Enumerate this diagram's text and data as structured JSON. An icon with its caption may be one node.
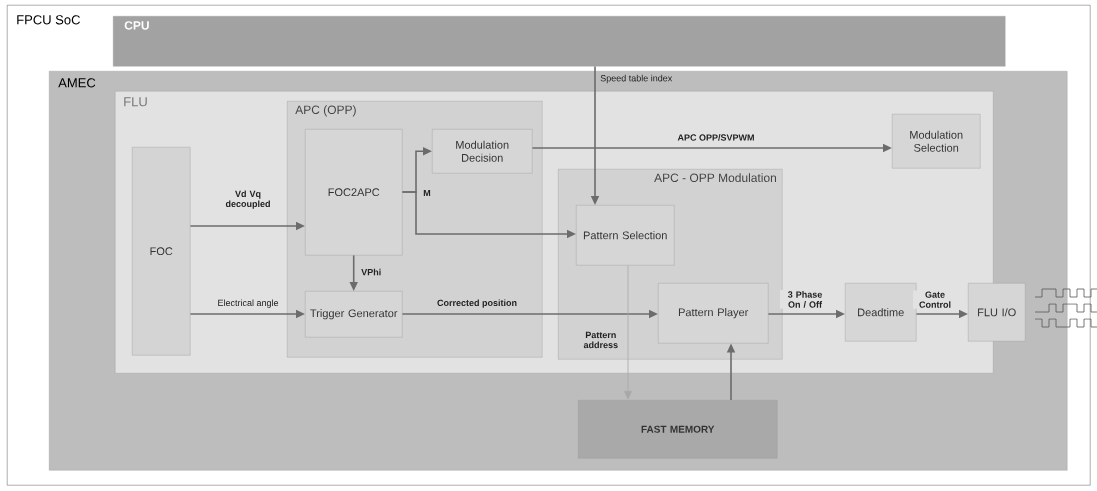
{
  "diagram": {
    "nodes": [
      {
        "text": [
          "FPCU SoC"
        ]
      },
      {
        "text": [
          "CPU"
        ],
        "in": 0
      },
      {
        "text": [
          "AMEC"
        ],
        "in": 0
      },
      {
        "text": [
          "FLU"
        ],
        "in": 2
      },
      {
        "text": [
          "FOC"
        ],
        "in": 3
      },
      {
        "text": [
          "APC (OPP)"
        ],
        "in": 3
      },
      {
        "text": [
          "FOC2APC"
        ],
        "in": 5
      },
      {
        "text": [
          "Modulation Decision"
        ],
        "in": 5
      },
      {
        "text": [
          "Trigger Generator"
        ],
        "in": 5
      },
      {
        "text": [
          "APC - OPP Modulation"
        ],
        "in": 3
      },
      {
        "text": [
          "Pattern Selection"
        ],
        "in": 9
      },
      {
        "text": [
          "Pattern Player"
        ],
        "in": 9
      },
      {
        "text": [
          "Modulation Selection"
        ],
        "in": 3
      },
      {
        "text": [
          "Deadtime"
        ],
        "in": 3
      },
      {
        "text": [
          "FLU I/O"
        ],
        "in": 2
      },
      {
        "text": [
          "FAST MEMORY"
        ],
        "in": 2
      }
    ],
    "edges": [
      {
        "from": 1,
        "to": 10,
        "arrow": "to",
        "label": "Speed table index"
      },
      {
        "from": 4,
        "to": 6,
        "arrow": "to",
        "label": "Vd Vq decoupled"
      },
      {
        "from": 4,
        "to": 8,
        "arrow": "to",
        "label": "Electrical angle"
      },
      {
        "from": 6,
        "to": 7,
        "arrow": "to",
        "label": "M"
      },
      {
        "from": 6,
        "to": 10,
        "arrow": "to"
      },
      {
        "from": 6,
        "to": 8,
        "arrow": "to",
        "label": "VPhi"
      },
      {
        "from": 7,
        "to": 12,
        "arrow": "to",
        "label": "APC OPP/SVPWM"
      },
      {
        "from": 8,
        "to": 11,
        "arrow": "to",
        "label": "Corrected position"
      },
      {
        "from": 10,
        "to": 15,
        "arrow": "to",
        "label": "Pattern address",
        "color": "#a8a8a8"
      },
      {
        "from": 15,
        "to": 11,
        "arrow": "to"
      },
      {
        "from": 11,
        "to": 13,
        "arrow": "to",
        "label": "3 Phase On / Off"
      },
      {
        "from": 13,
        "to": 14,
        "arrow": "to",
        "label": "Gate Control"
      }
    ]
  }
}
